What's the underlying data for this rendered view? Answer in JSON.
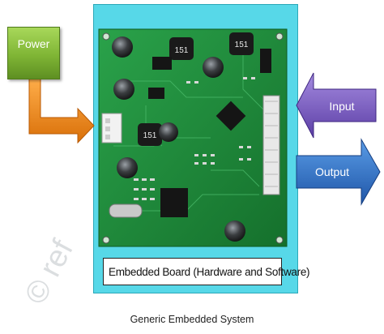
{
  "diagram": {
    "power": {
      "label": "Power"
    },
    "input": {
      "label": "Input"
    },
    "output": {
      "label": "Output"
    },
    "board": {
      "name": "Embedded Board (Hardware and Software)",
      "chip_marks": [
        "151",
        "151",
        "151"
      ]
    },
    "caption": "Generic Embedded System",
    "watermark": "© ref",
    "colors": {
      "power_box": "#7fb535",
      "power_arrow": "#f08a1c",
      "input_arrow": "#7b5bbf",
      "output_arrow": "#2f6fc4",
      "frame": "#57d8e8",
      "pcb": "#1f8a3a"
    }
  }
}
